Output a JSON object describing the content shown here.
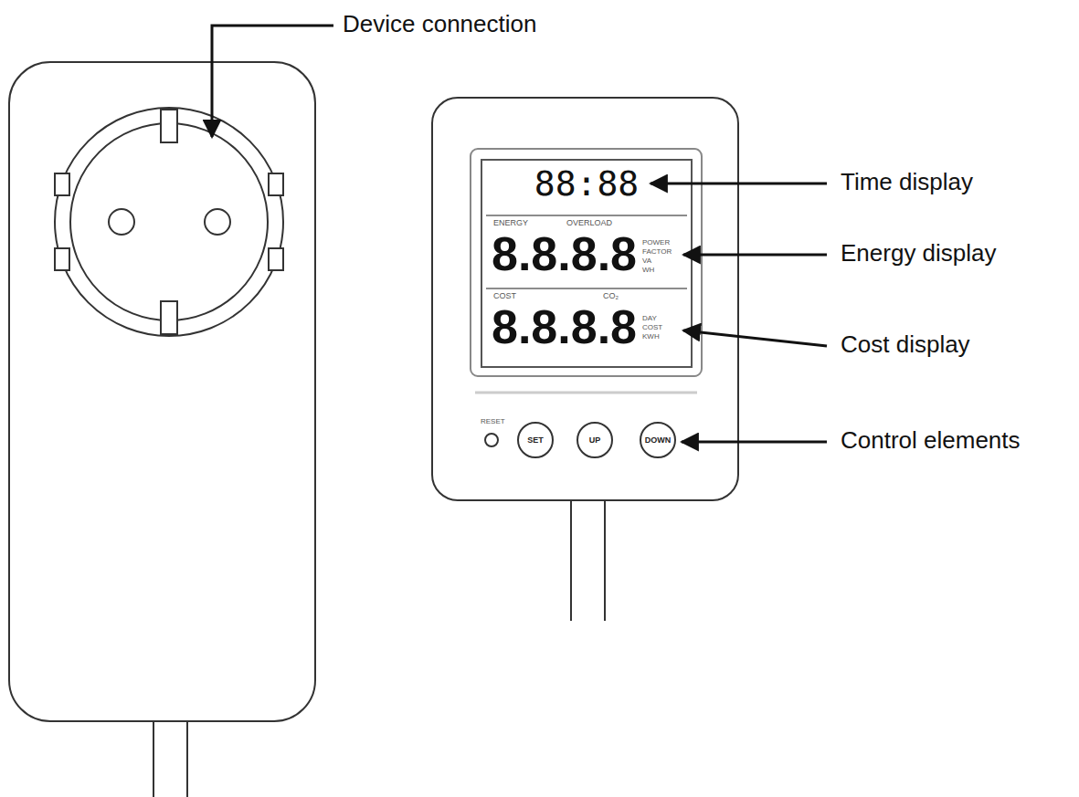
{
  "diagram": {
    "nodes": [
      {
        "text": [
          "SET"
        ]
      },
      {
        "text": [
          "UP"
        ]
      },
      {
        "text": [
          "DOWN"
        ]
      }
    ],
    "labels": [
      "Device connection",
      "Time display",
      "Energy display",
      "Cost display",
      "Control elements",
      "88:88",
      "ENERGY",
      "OVERLOAD",
      "8.8.8.8",
      "POWER",
      "FACTOR",
      "VA",
      "WH",
      "COST",
      "CO₂",
      "8.8.8.8",
      "DAY",
      "COST",
      "KWH",
      "RESET"
    ]
  }
}
